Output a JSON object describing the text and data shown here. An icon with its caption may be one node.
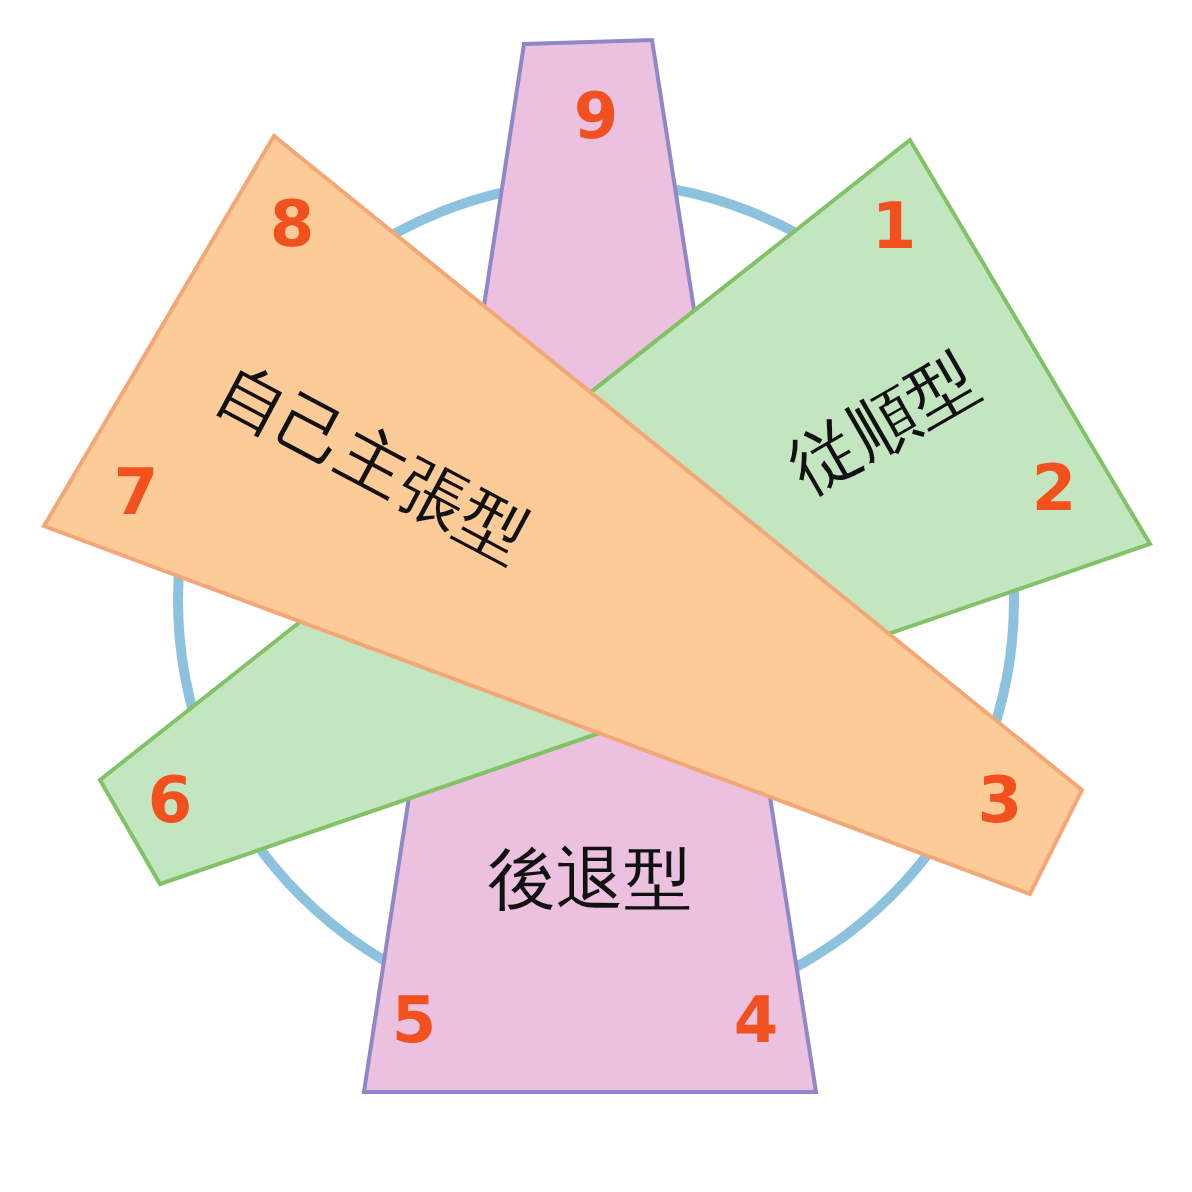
{
  "diagram": {
    "nodes": [
      {
        "text": [
          "自己主張型"
        ]
      },
      {
        "text": [
          "従順型"
        ]
      },
      {
        "text": [
          "後退型"
        ]
      }
    ],
    "labels": [
      "9",
      "8",
      "1",
      "7",
      "2",
      "6",
      "3",
      "5",
      "4"
    ]
  }
}
